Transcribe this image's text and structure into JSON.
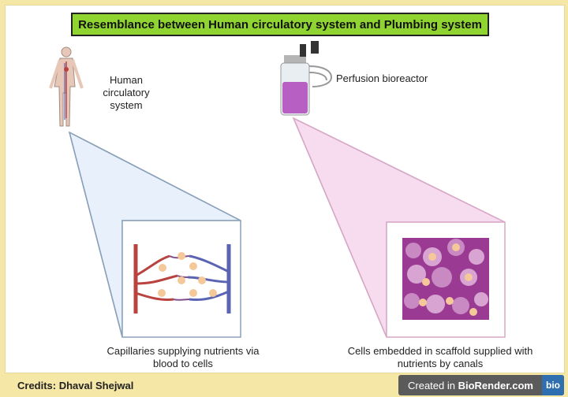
{
  "title": "Resemblance between Human circulatory system and Plumbing system",
  "left_panel": {
    "icon_label": "Human circulatory\nsystem",
    "caption": "Capillaries supplying nutrients via blood to cells"
  },
  "right_panel": {
    "icon_label": "Perfusion bioreactor",
    "caption": "Cells embedded in scaffold supplied with nutrients by canals"
  },
  "footer": {
    "credit": "Credits: Dhaval Shejwal",
    "badge_prefix": "Created in ",
    "badge_brand": "BioRender.com",
    "badge_logo": "bio"
  },
  "colors": {
    "title_bg": "#8fd431",
    "artery": "#b8433f",
    "vein": "#5b63b3",
    "scaffold": "#9a3a93",
    "left_zoom": "#e8f0fb",
    "right_zoom": "#f6dcee"
  }
}
